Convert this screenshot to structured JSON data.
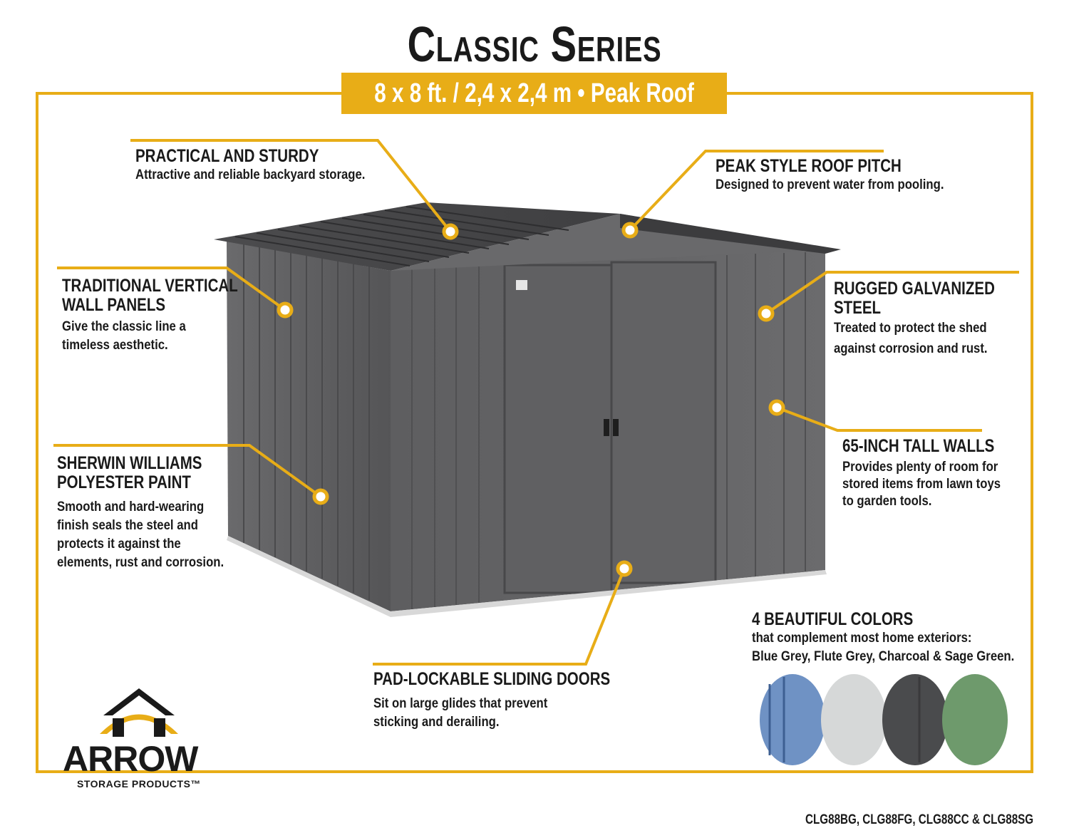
{
  "title": "Classic Series",
  "subtitle": "8 x 8 ft. / 2,4 x 2,4 m • Peak Roof",
  "callouts": {
    "practical": {
      "heading": "PRACTICAL AND STURDY",
      "text": "Attractive and reliable backyard storage."
    },
    "roof": {
      "heading": "PEAK STYLE ROOF PITCH",
      "text": "Designed to prevent water from pooling."
    },
    "panels": {
      "heading": "TRADITIONAL VERTICAL\nWALL PANELS",
      "text": "Give the classic line a\ntimeless aesthetic."
    },
    "steel": {
      "heading": "RUGGED GALVANIZED STEEL",
      "text": "Treated to protect the shed\nagainst corrosion and rust."
    },
    "paint": {
      "heading": "SHERWIN WILLIAMS\nPOLYESTER PAINT",
      "text": "Smooth and hard-wearing\nfinish seals the steel and\nprotects it against the\nelements, rust and corrosion."
    },
    "walls": {
      "heading": "65-INCH TALL WALLS",
      "text": "Provides plenty of room for\nstored items from lawn toys\nto garden tools."
    },
    "doors": {
      "heading": "PAD-LOCKABLE SLIDING DOORS",
      "text": "Sit on large glides that prevent\nsticking and derailing."
    }
  },
  "colors_section": {
    "heading": "4 BEAUTIFUL COLORS",
    "line1": "that complement most home exteriors:",
    "line2": "Blue Grey, Flute Grey, Charcoal & Sage Green.",
    "swatches": [
      {
        "name": "Blue Grey",
        "color": "#6f92c4"
      },
      {
        "name": "Flute Grey",
        "color": "#d6d8d8"
      },
      {
        "name": "Charcoal",
        "color": "#4a4b4d"
      },
      {
        "name": "Sage Green",
        "color": "#6e9a6c"
      }
    ]
  },
  "brand": {
    "name": "ARROW",
    "sub": "STORAGE PRODUCTS™"
  },
  "models": "CLG88BG, CLG88FG, CLG88CC & CLG88SG",
  "accent_color": "#e8ad17",
  "shed_color": "#5c5c5e"
}
